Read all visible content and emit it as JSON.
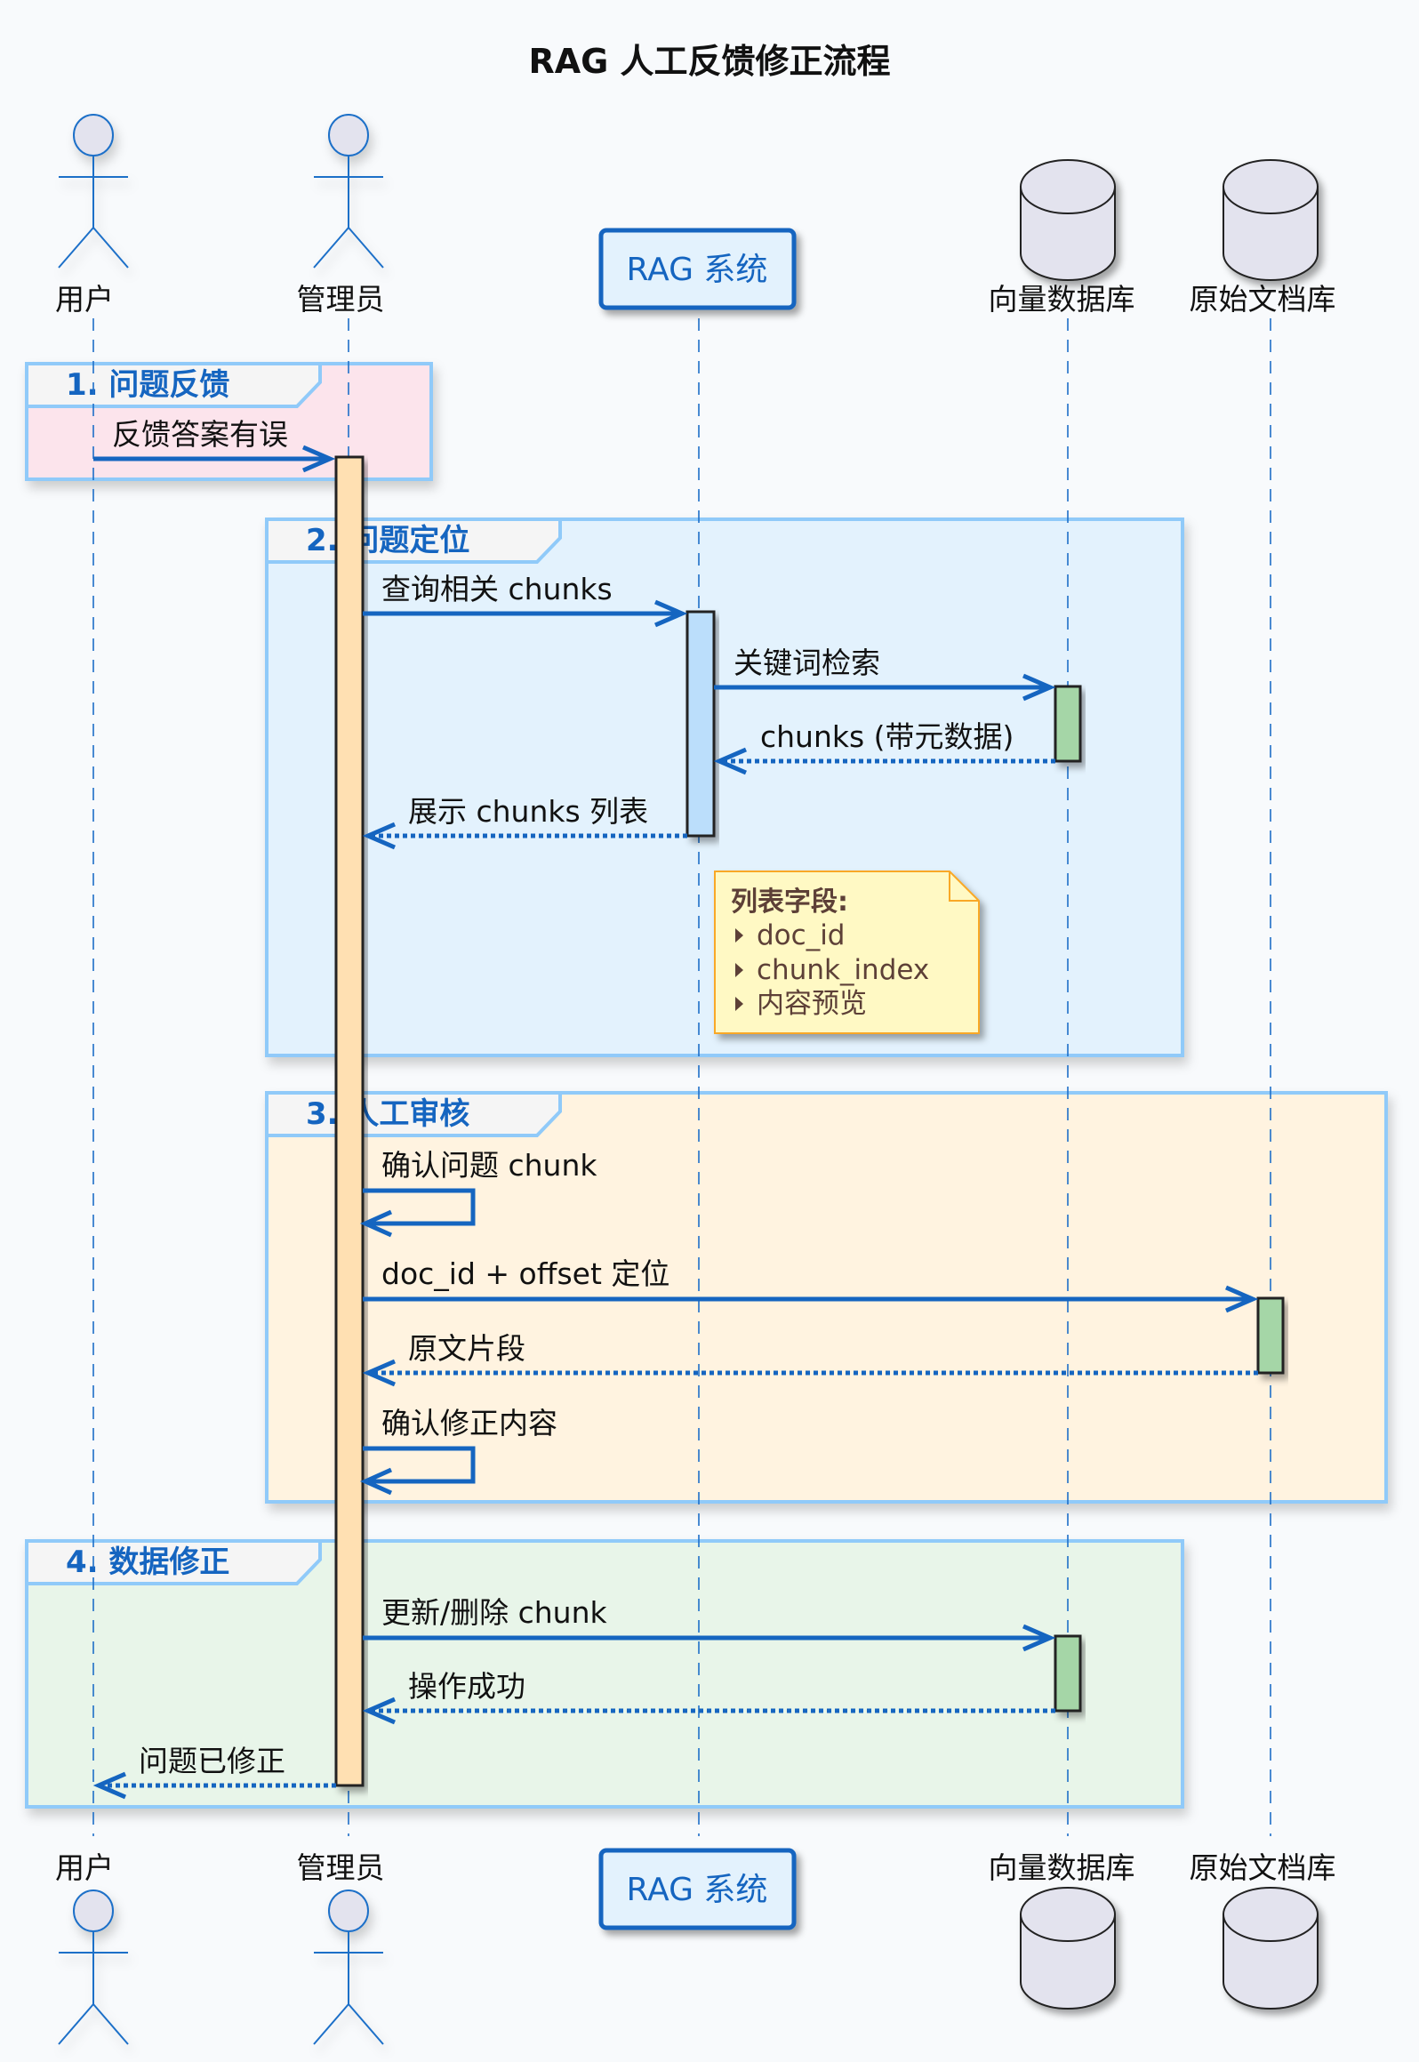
{
  "diagram": {
    "title": "RAG 人工反馈修正流程",
    "participants": [
      {
        "id": "user",
        "label": "用户",
        "kind": "actor"
      },
      {
        "id": "admin",
        "label": "管理员",
        "kind": "actor"
      },
      {
        "id": "rag",
        "label": "RAG 系统",
        "kind": "participant"
      },
      {
        "id": "vecdb",
        "label": "向量数据库",
        "kind": "database"
      },
      {
        "id": "docdb",
        "label": "原始文档库",
        "kind": "database"
      }
    ],
    "groups": [
      {
        "label": "1. 问题反馈",
        "color": "#fce4ec"
      },
      {
        "label": "2. 问题定位",
        "color": "#e3f2fd"
      },
      {
        "label": "3. 人工审核",
        "color": "#fff3e0"
      },
      {
        "label": "4. 数据修正",
        "color": "#e8f5e9"
      }
    ],
    "messages": [
      {
        "from": "user",
        "to": "admin",
        "label": "反馈答案有误",
        "style": "solid"
      },
      {
        "from": "admin",
        "to": "rag",
        "label": "查询相关 chunks",
        "style": "solid"
      },
      {
        "from": "rag",
        "to": "vecdb",
        "label": "关键词检索",
        "style": "solid"
      },
      {
        "from": "vecdb",
        "to": "rag",
        "label": "chunks (带元数据)",
        "style": "dotted"
      },
      {
        "from": "rag",
        "to": "admin",
        "label": "展示 chunks 列表",
        "style": "dotted"
      },
      {
        "from": "admin",
        "to": "admin",
        "label": "确认问题 chunk",
        "style": "self"
      },
      {
        "from": "admin",
        "to": "docdb",
        "label": "doc_id + offset 定位",
        "style": "solid"
      },
      {
        "from": "docdb",
        "to": "admin",
        "label": "原文片段",
        "style": "dotted"
      },
      {
        "from": "admin",
        "to": "admin",
        "label": "确认修正内容",
        "style": "self"
      },
      {
        "from": "admin",
        "to": "vecdb",
        "label": "更新/删除 chunk",
        "style": "solid"
      },
      {
        "from": "vecdb",
        "to": "admin",
        "label": "操作成功",
        "style": "dotted"
      },
      {
        "from": "admin",
        "to": "user",
        "label": "问题已修正",
        "style": "dotted"
      }
    ],
    "note": {
      "title": "列表字段:",
      "items": [
        "doc_id",
        "chunk_index",
        "内容预览"
      ]
    },
    "colors": {
      "arrow": "#1565c0",
      "lifeline": "#1e6fc8",
      "group_border": "#90caf9",
      "admin_activation": "#ffe0b2",
      "rag_activation": "#bbdefb",
      "db_activation": "#a5d6a7",
      "note_fill": "#fff9c4",
      "note_border": "#f9a825",
      "database_fill": "#e3e3ee",
      "actor_head_fill": "#e3e3ee",
      "rag_box_fill": "#e3f2fd"
    }
  }
}
